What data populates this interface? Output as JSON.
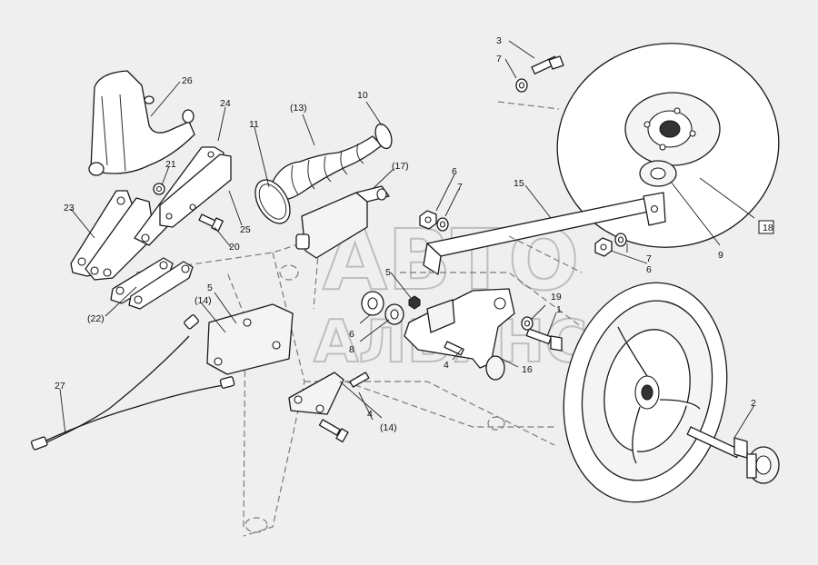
{
  "labels": {
    "l1": "1",
    "l2": "2",
    "l3": "3",
    "l4a": "4",
    "l4b": "4",
    "l5a": "5",
    "l5b": "5",
    "l6a": "6",
    "l6b": "6",
    "l6c": "6",
    "l7a": "7",
    "l7b": "7",
    "l7c": "7",
    "l8": "8",
    "l9": "9",
    "l10": "10",
    "l11": "11",
    "l13": "(13)",
    "l14a": "(14)",
    "l14b": "(14)",
    "l15": "15",
    "l16": "16",
    "l17": "(17)",
    "l18": "18",
    "l19": "19",
    "l20": "20",
    "l21": "21",
    "l22": "(22)",
    "l23": "23",
    "l24": "24",
    "l25": "25",
    "l26": "26",
    "l27": "27"
  },
  "watermark": {
    "line1": "АВТО",
    "line2": "АЛЬЯНС"
  }
}
